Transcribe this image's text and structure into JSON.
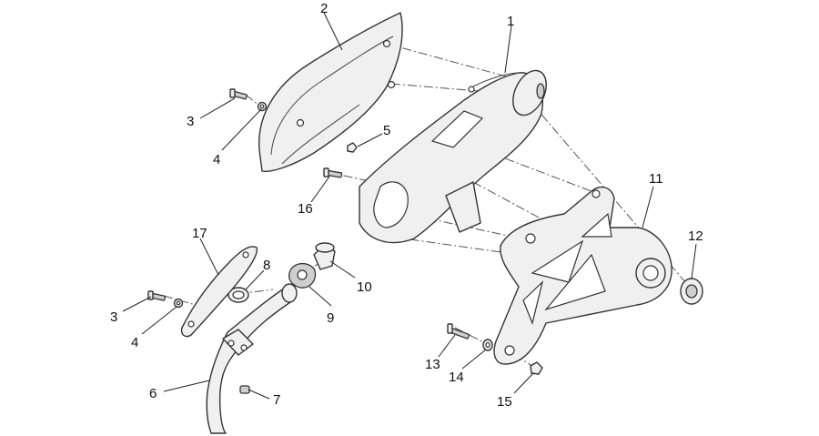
{
  "callouts": {
    "c1": "1",
    "c2": "2",
    "c3a": "3",
    "c4a": "4",
    "c5": "5",
    "c16": "16",
    "c11": "11",
    "c12": "12",
    "c17": "17",
    "c8": "8",
    "c10": "10",
    "c9": "9",
    "c3b": "3",
    "c4b": "4",
    "c6": "6",
    "c7": "7",
    "c13": "13",
    "c14": "14",
    "c15": "15"
  }
}
